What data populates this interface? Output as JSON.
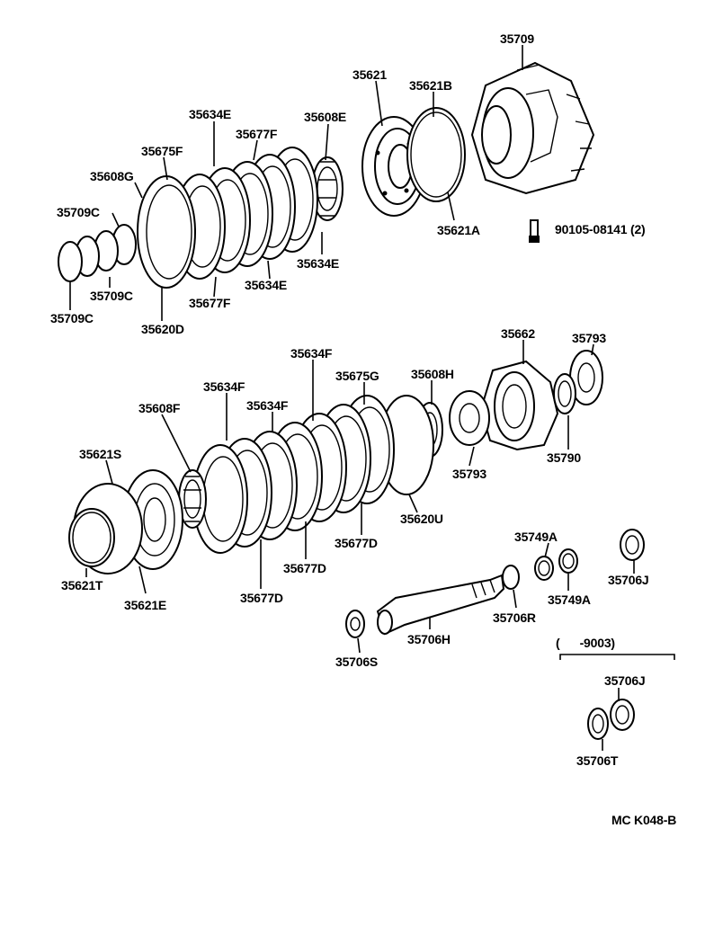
{
  "diagram": {
    "labels": {
      "p35709": "35709",
      "p35621": "35621",
      "p35621B": "35621B",
      "p35634E_top": "35634E",
      "p35608E": "35608E",
      "p35677F_top": "35677F",
      "p35675F": "35675F",
      "p35608G": "35608G",
      "p35709C_a": "35709C",
      "p35621A": "35621A",
      "p90105": "90105-08141 (2)",
      "p35634E_b1": "35634E",
      "p35709C_b": "35709C",
      "p35677F_b": "35677F",
      "p35634E_b2": "35634E",
      "p35709C_c": "35709C",
      "p35620D": "35620D",
      "p35662": "35662",
      "p35793_top": "35793",
      "p35634F_top": "35634F",
      "p35675G": "35675G",
      "p35608H": "35608H",
      "p35634F_mid": "35634F",
      "p35608F": "35608F",
      "p35634F_low": "35634F",
      "p35621S": "35621S",
      "p35793_bot": "35793",
      "p35790": "35790",
      "p35620U": "35620U",
      "p35749A_top": "35749A",
      "p35677D_a": "35677D",
      "p35706J_top": "35706J",
      "p35677D_b": "35677D",
      "p35621T": "35621T",
      "p35621E": "35621E",
      "p35749A_bot": "35749A",
      "p35677D_c": "35677D",
      "p35706R": "35706R",
      "p35706H": "35706H",
      "p9003": "(      -9003)",
      "p35706S": "35706S",
      "p35706J_bot": "35706J",
      "p35706T": "35706T",
      "ref": "MC K048-B"
    }
  }
}
